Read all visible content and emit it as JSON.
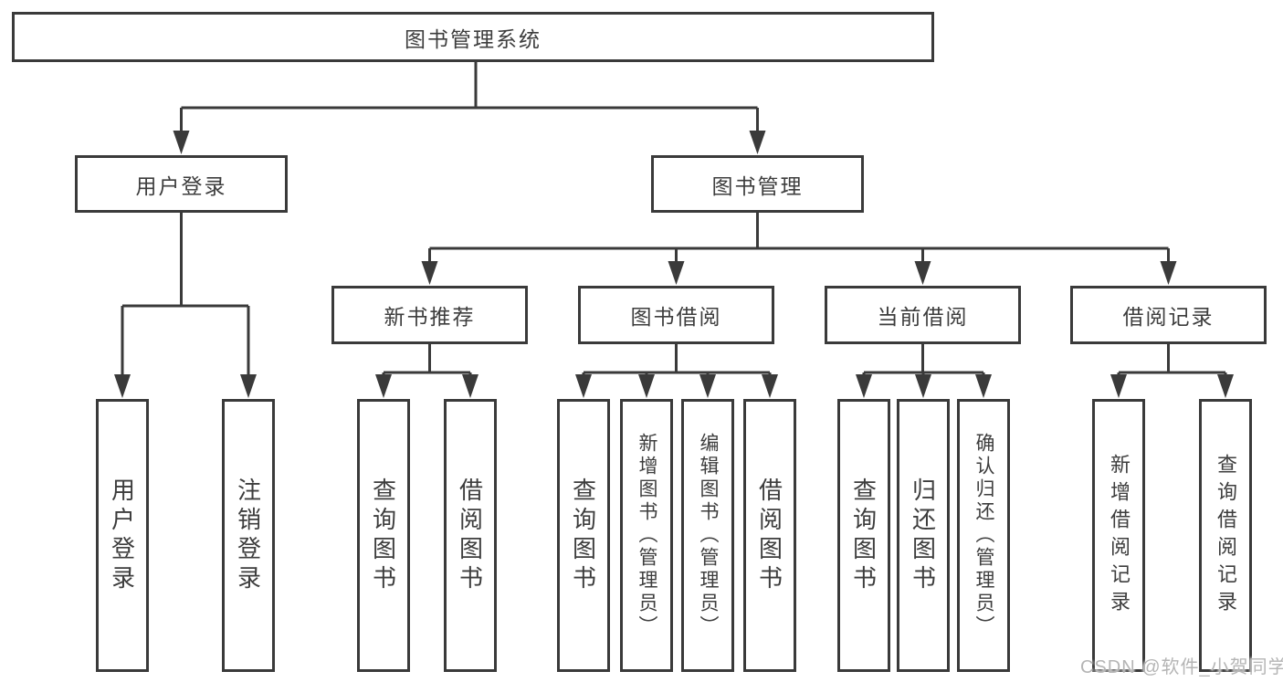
{
  "diagram": {
    "root": "图书管理系统",
    "level2": {
      "user_login": "用户登录",
      "book_management": "图书管理"
    },
    "level3": {
      "new_books": "新书推荐",
      "book_borrowing": "图书借阅",
      "current_borrowing": "当前借阅",
      "borrowing_records": "借阅记录"
    },
    "leaves": {
      "user_login": [
        "用户登录",
        "注销登录"
      ],
      "new_books": [
        "查询图书",
        "借阅图书"
      ],
      "book_borrowing": [
        "查询图书",
        "新增图书（管理员）",
        "编辑图书（管理员）",
        "借阅图书"
      ],
      "current_borrowing": [
        "查询图书",
        "归还图书",
        "确认归还（管理员）"
      ],
      "borrowing_records": [
        "新增借阅记录",
        "查询借阅记录"
      ]
    },
    "watermark": "CSDN @软件_小贺同学",
    "colors": {
      "line": "#3a3a3a",
      "text": "#3d3d3d",
      "watermark": "#b5b5b5",
      "background": "#ffffff"
    }
  }
}
